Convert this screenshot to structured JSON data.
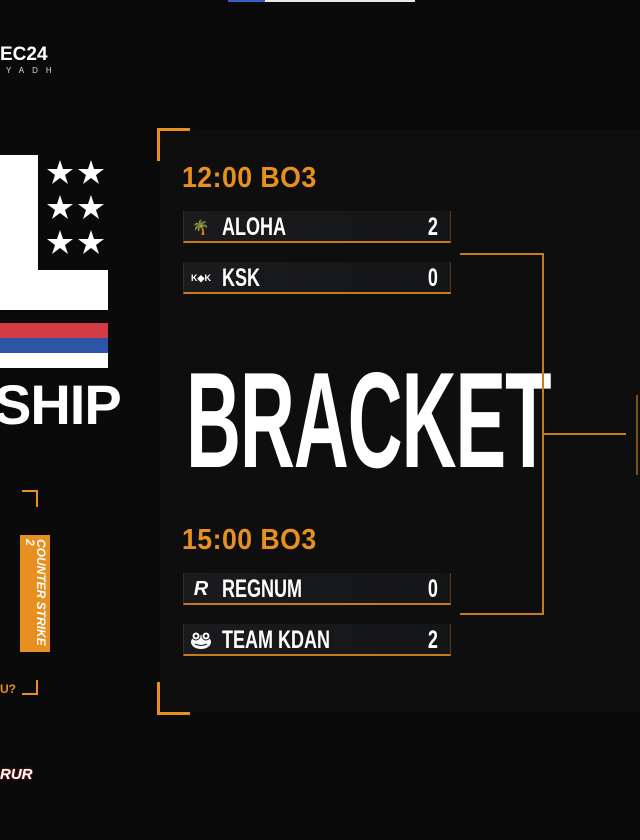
{
  "event": {
    "logo_text": "EC24",
    "logo_sub": "YADH",
    "league_word_fragment": "SHIP",
    "game_badge": "COUNTER STRIKE 2",
    "side_text": "U?",
    "sponsor": "RUR"
  },
  "title": "BRACKET",
  "colors": {
    "accent": "#e8901f",
    "background": "#0a0a0a",
    "red": "#d23a44",
    "blue": "#2c55a6"
  },
  "matches": [
    {
      "header": "12:00 BO3",
      "teams": [
        {
          "name": "ALOHA",
          "score": "2",
          "icon": "palm-tree-icon"
        },
        {
          "name": "KSK",
          "score": "0",
          "icon": "ksk-logo-icon"
        }
      ]
    },
    {
      "header": "15:00 BO3",
      "teams": [
        {
          "name": "REGNUM",
          "score": "0",
          "icon": "regnum-r-icon"
        },
        {
          "name": "TEAM KDAN",
          "score": "2",
          "icon": "frog-face-icon"
        }
      ]
    }
  ]
}
